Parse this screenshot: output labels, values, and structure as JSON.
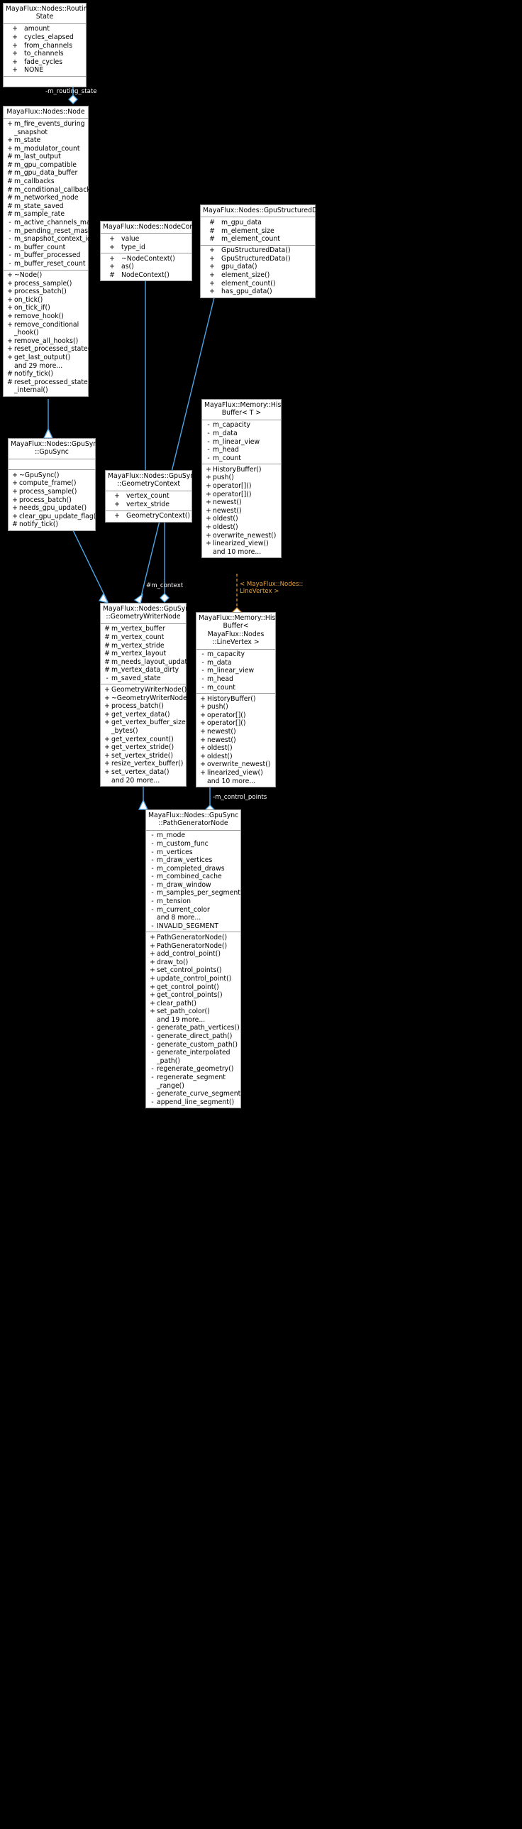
{
  "diagram": {
    "kind": "uml-class-diagram",
    "background": "#000000",
    "edge_color": "#4ba6e8",
    "template_edge_color": "#d08a1e",
    "box_fill": "#ffffff",
    "box_border": "#9a9a9a"
  },
  "classes": {
    "routing_state": {
      "title": "MayaFlux::Nodes::Routing\nState",
      "attributes": [
        {
          "vis": "+",
          "name": "amount"
        },
        {
          "vis": "+",
          "name": "cycles_elapsed"
        },
        {
          "vis": "+",
          "name": "from_channels"
        },
        {
          "vis": "+",
          "name": "to_channels"
        },
        {
          "vis": "+",
          "name": "fade_cycles"
        },
        {
          "vis": "+",
          "name": "NONE"
        }
      ],
      "methods": []
    },
    "node": {
      "title": "MayaFlux::Nodes::Node",
      "attributes": [
        {
          "vis": "+",
          "name": "m_fire_events_during\n_snapshot"
        },
        {
          "vis": "+",
          "name": "m_state"
        },
        {
          "vis": "+",
          "name": "m_modulator_count"
        },
        {
          "vis": "#",
          "name": "m_last_output"
        },
        {
          "vis": "#",
          "name": "m_gpu_compatible"
        },
        {
          "vis": "#",
          "name": "m_gpu_data_buffer"
        },
        {
          "vis": "#",
          "name": "m_callbacks"
        },
        {
          "vis": "#",
          "name": "m_conditional_callbacks"
        },
        {
          "vis": "#",
          "name": "m_networked_node"
        },
        {
          "vis": "#",
          "name": "m_state_saved"
        },
        {
          "vis": "#",
          "name": "m_sample_rate"
        },
        {
          "vis": "-",
          "name": "m_active_channels_mask"
        },
        {
          "vis": "-",
          "name": "m_pending_reset_mask"
        },
        {
          "vis": "-",
          "name": "m_snapshot_context_id"
        },
        {
          "vis": "-",
          "name": "m_buffer_count"
        },
        {
          "vis": "-",
          "name": "m_buffer_processed"
        },
        {
          "vis": "-",
          "name": "m_buffer_reset_count"
        }
      ],
      "methods": [
        {
          "vis": "+",
          "name": "~Node()"
        },
        {
          "vis": "+",
          "name": "process_sample()"
        },
        {
          "vis": "+",
          "name": "process_batch()"
        },
        {
          "vis": "+",
          "name": "on_tick()"
        },
        {
          "vis": "+",
          "name": "on_tick_if()"
        },
        {
          "vis": "+",
          "name": "remove_hook()"
        },
        {
          "vis": "+",
          "name": "remove_conditional\n_hook()"
        },
        {
          "vis": "+",
          "name": "remove_all_hooks()"
        },
        {
          "vis": "+",
          "name": "reset_processed_state()"
        },
        {
          "vis": "+",
          "name": "get_last_output()"
        },
        {
          "vis": "",
          "name": "and 29 more...",
          "plain": true
        },
        {
          "vis": "#",
          "name": "notify_tick()"
        },
        {
          "vis": "#",
          "name": "reset_processed_state\n_internal()"
        }
      ]
    },
    "node_context": {
      "title": "MayaFlux::Nodes::NodeContext",
      "attributes": [
        {
          "vis": "+",
          "name": "value"
        },
        {
          "vis": "+",
          "name": "type_id"
        }
      ],
      "methods": [
        {
          "vis": "+",
          "name": "~NodeContext()"
        },
        {
          "vis": "+",
          "name": "as()"
        },
        {
          "vis": "#",
          "name": "NodeContext()"
        }
      ]
    },
    "gpu_structured_data": {
      "title": "MayaFlux::Nodes::GpuStructuredData",
      "attributes": [
        {
          "vis": "#",
          "name": "m_gpu_data"
        },
        {
          "vis": "#",
          "name": "m_element_size"
        },
        {
          "vis": "#",
          "name": "m_element_count"
        }
      ],
      "methods": [
        {
          "vis": "+",
          "name": "GpuStructuredData()"
        },
        {
          "vis": "+",
          "name": "GpuStructuredData()"
        },
        {
          "vis": "+",
          "name": "gpu_data()"
        },
        {
          "vis": "+",
          "name": "element_size()"
        },
        {
          "vis": "+",
          "name": "element_count()"
        },
        {
          "vis": "+",
          "name": "has_gpu_data()"
        }
      ]
    },
    "gpu_sync": {
      "title": "MayaFlux::Nodes::GpuSync\n::GpuSync",
      "attributes": [],
      "methods": [
        {
          "vis": "+",
          "name": "~GpuSync()"
        },
        {
          "vis": "+",
          "name": "compute_frame()"
        },
        {
          "vis": "+",
          "name": "process_sample()"
        },
        {
          "vis": "+",
          "name": "process_batch()"
        },
        {
          "vis": "+",
          "name": "needs_gpu_update()"
        },
        {
          "vis": "+",
          "name": "clear_gpu_update_flag()"
        },
        {
          "vis": "#",
          "name": "notify_tick()"
        }
      ]
    },
    "geometry_context": {
      "title": "MayaFlux::Nodes::GpuSync\n::GeometryContext",
      "attributes": [
        {
          "vis": "+",
          "name": "vertex_count"
        },
        {
          "vis": "+",
          "name": "vertex_stride"
        }
      ],
      "methods": [
        {
          "vis": "+",
          "name": "GeometryContext()"
        }
      ]
    },
    "history_buffer_t": {
      "title": "MayaFlux::Memory::History\nBuffer< T >",
      "attributes": [
        {
          "vis": "-",
          "name": "m_capacity"
        },
        {
          "vis": "-",
          "name": "m_data"
        },
        {
          "vis": "-",
          "name": "m_linear_view"
        },
        {
          "vis": "-",
          "name": "m_head"
        },
        {
          "vis": "-",
          "name": "m_count"
        }
      ],
      "methods": [
        {
          "vis": "+",
          "name": "HistoryBuffer()"
        },
        {
          "vis": "+",
          "name": "push()"
        },
        {
          "vis": "+",
          "name": "operator[]()"
        },
        {
          "vis": "+",
          "name": "operator[]()"
        },
        {
          "vis": "+",
          "name": "newest()"
        },
        {
          "vis": "+",
          "name": "newest()"
        },
        {
          "vis": "+",
          "name": "oldest()"
        },
        {
          "vis": "+",
          "name": "oldest()"
        },
        {
          "vis": "+",
          "name": "overwrite_newest()"
        },
        {
          "vis": "+",
          "name": "linearized_view()"
        },
        {
          "vis": "",
          "name": "and 10 more...",
          "plain": true
        }
      ]
    },
    "history_buffer_lv": {
      "title": "MayaFlux::Memory::History\nBuffer< MayaFlux::Nodes\n::LineVertex >",
      "attributes": [
        {
          "vis": "-",
          "name": "m_capacity"
        },
        {
          "vis": "-",
          "name": "m_data"
        },
        {
          "vis": "-",
          "name": "m_linear_view"
        },
        {
          "vis": "-",
          "name": "m_head"
        },
        {
          "vis": "-",
          "name": "m_count"
        }
      ],
      "methods": [
        {
          "vis": "+",
          "name": "HistoryBuffer()"
        },
        {
          "vis": "+",
          "name": "push()"
        },
        {
          "vis": "+",
          "name": "operator[]()"
        },
        {
          "vis": "+",
          "name": "operator[]()"
        },
        {
          "vis": "+",
          "name": "newest()"
        },
        {
          "vis": "+",
          "name": "newest()"
        },
        {
          "vis": "+",
          "name": "oldest()"
        },
        {
          "vis": "+",
          "name": "oldest()"
        },
        {
          "vis": "+",
          "name": "overwrite_newest()"
        },
        {
          "vis": "+",
          "name": "linearized_view()"
        },
        {
          "vis": "",
          "name": "and 10 more...",
          "plain": true
        }
      ]
    },
    "geometry_writer_node": {
      "title": "MayaFlux::Nodes::GpuSync\n::GeometryWriterNode",
      "attributes": [
        {
          "vis": "#",
          "name": "m_vertex_buffer"
        },
        {
          "vis": "#",
          "name": "m_vertex_count"
        },
        {
          "vis": "#",
          "name": "m_vertex_stride"
        },
        {
          "vis": "#",
          "name": "m_vertex_layout"
        },
        {
          "vis": "#",
          "name": "m_needs_layout_update"
        },
        {
          "vis": "#",
          "name": "m_vertex_data_dirty"
        },
        {
          "vis": "-",
          "name": "m_saved_state"
        }
      ],
      "methods": [
        {
          "vis": "+",
          "name": "GeometryWriterNode()"
        },
        {
          "vis": "+",
          "name": "~GeometryWriterNode()"
        },
        {
          "vis": "+",
          "name": "process_batch()"
        },
        {
          "vis": "+",
          "name": "get_vertex_data()"
        },
        {
          "vis": "+",
          "name": "get_vertex_buffer_size\n_bytes()"
        },
        {
          "vis": "+",
          "name": "get_vertex_count()"
        },
        {
          "vis": "+",
          "name": "get_vertex_stride()"
        },
        {
          "vis": "+",
          "name": "set_vertex_stride()"
        },
        {
          "vis": "+",
          "name": "resize_vertex_buffer()"
        },
        {
          "vis": "+",
          "name": "set_vertex_data()"
        },
        {
          "vis": "",
          "name": "and 20 more...",
          "plain": true
        }
      ]
    },
    "path_generator_node": {
      "title": "MayaFlux::Nodes::GpuSync\n::PathGeneratorNode",
      "attributes": [
        {
          "vis": "-",
          "name": "m_mode"
        },
        {
          "vis": "-",
          "name": "m_custom_func"
        },
        {
          "vis": "-",
          "name": "m_vertices"
        },
        {
          "vis": "-",
          "name": "m_draw_vertices"
        },
        {
          "vis": "-",
          "name": "m_completed_draws"
        },
        {
          "vis": "-",
          "name": "m_combined_cache"
        },
        {
          "vis": "-",
          "name": "m_draw_window"
        },
        {
          "vis": "-",
          "name": "m_samples_per_segment"
        },
        {
          "vis": "-",
          "name": "m_tension"
        },
        {
          "vis": "-",
          "name": "m_current_color"
        },
        {
          "vis": "",
          "name": "and 8 more...",
          "plain": true
        },
        {
          "vis": "-",
          "name": "INVALID_SEGMENT"
        }
      ],
      "methods": [
        {
          "vis": "+",
          "name": "PathGeneratorNode()"
        },
        {
          "vis": "+",
          "name": "PathGeneratorNode()"
        },
        {
          "vis": "+",
          "name": "add_control_point()"
        },
        {
          "vis": "+",
          "name": "draw_to()"
        },
        {
          "vis": "+",
          "name": "set_control_points()"
        },
        {
          "vis": "+",
          "name": "update_control_point()"
        },
        {
          "vis": "+",
          "name": "get_control_point()"
        },
        {
          "vis": "+",
          "name": "get_control_points()"
        },
        {
          "vis": "+",
          "name": "clear_path()"
        },
        {
          "vis": "+",
          "name": "set_path_color()"
        },
        {
          "vis": "",
          "name": "and 19 more...",
          "plain": true
        },
        {
          "vis": "-",
          "name": "generate_path_vertices()"
        },
        {
          "vis": "-",
          "name": "generate_direct_path()"
        },
        {
          "vis": "-",
          "name": "generate_custom_path()"
        },
        {
          "vis": "-",
          "name": "generate_interpolated\n_path()"
        },
        {
          "vis": "-",
          "name": "regenerate_geometry()"
        },
        {
          "vis": "-",
          "name": "regenerate_segment\n_range()"
        },
        {
          "vis": "-",
          "name": "generate_curve_segment()"
        },
        {
          "vis": "-",
          "name": "append_line_segment()"
        }
      ]
    }
  },
  "edge_labels": {
    "routing_state": "-m_routing_state",
    "context": "#m_context",
    "control_points": "-m_control_points",
    "line_vertex_template": "< MayaFlux::Nodes::\nLineVertex >"
  }
}
